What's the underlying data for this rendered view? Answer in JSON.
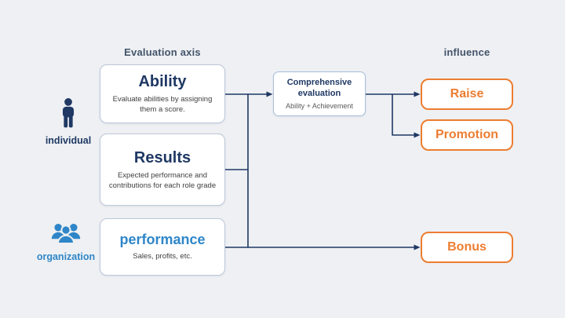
{
  "colors": {
    "background": "#eef0f3",
    "navy": "#1f3864",
    "header_text": "#44546a",
    "blue": "#2e86c8",
    "orange": "#ed7d31",
    "card_border": "#bcc8da",
    "description_text": "#404040",
    "connector": "#1f3864"
  },
  "headers": {
    "left": "Evaluation axis",
    "right": "influence"
  },
  "actors": {
    "individual": {
      "label": "individual",
      "icon": "person-icon"
    },
    "organization": {
      "label": "organization",
      "icon": "people-icon"
    }
  },
  "evaluation_boxes": [
    {
      "title": "Ability",
      "description": "Evaluate abilities by assigning them a score."
    },
    {
      "title": "Results",
      "description": "Expected performance and contributions for each role grade"
    },
    {
      "title": "performance",
      "description": "Sales, profits, etc."
    }
  ],
  "comprehensive_box": {
    "title": "Comprehensive evaluation",
    "subtitle": "Ability + Achievement"
  },
  "influence_boxes": [
    {
      "label": "Raise"
    },
    {
      "label": "Promotion"
    },
    {
      "label": "Bonus"
    }
  ]
}
